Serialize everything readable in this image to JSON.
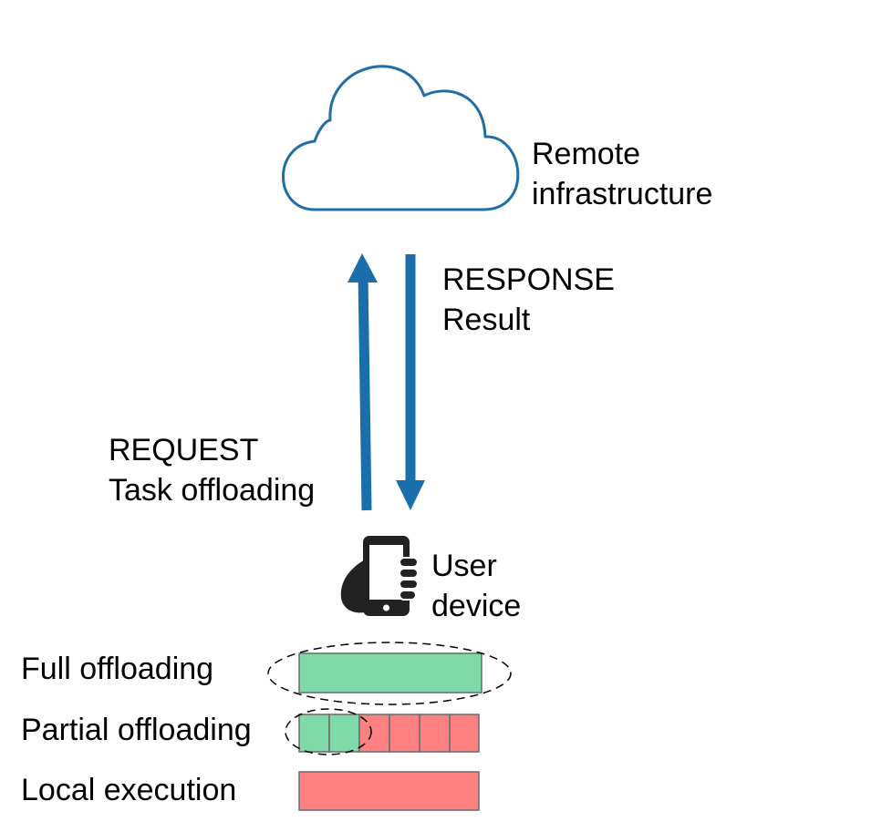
{
  "remote": {
    "line1": "Remote",
    "line2": "infrastructure"
  },
  "response": {
    "line1": "RESPONSE",
    "line2": "Result"
  },
  "request": {
    "line1": "REQUEST",
    "line2": "Task offloading"
  },
  "device": {
    "line1": "User",
    "line2": "device",
    "icon": "phone-in-hand-icon"
  },
  "modes": [
    {
      "label": "Full offloading",
      "offloaded_segments": 1,
      "total_segments": 1
    },
    {
      "label": "Partial offloading",
      "offloaded_segments": 2,
      "total_segments": 6
    },
    {
      "label": "Local execution",
      "offloaded_segments": 0,
      "total_segments": 1
    }
  ],
  "colors": {
    "cloud_stroke": "#1f6fa6",
    "arrow": "#1a6fab",
    "offloaded": "#80d9a8",
    "local": "#ff8080",
    "block_stroke": "#6a6a6a",
    "phone": "#222222"
  }
}
